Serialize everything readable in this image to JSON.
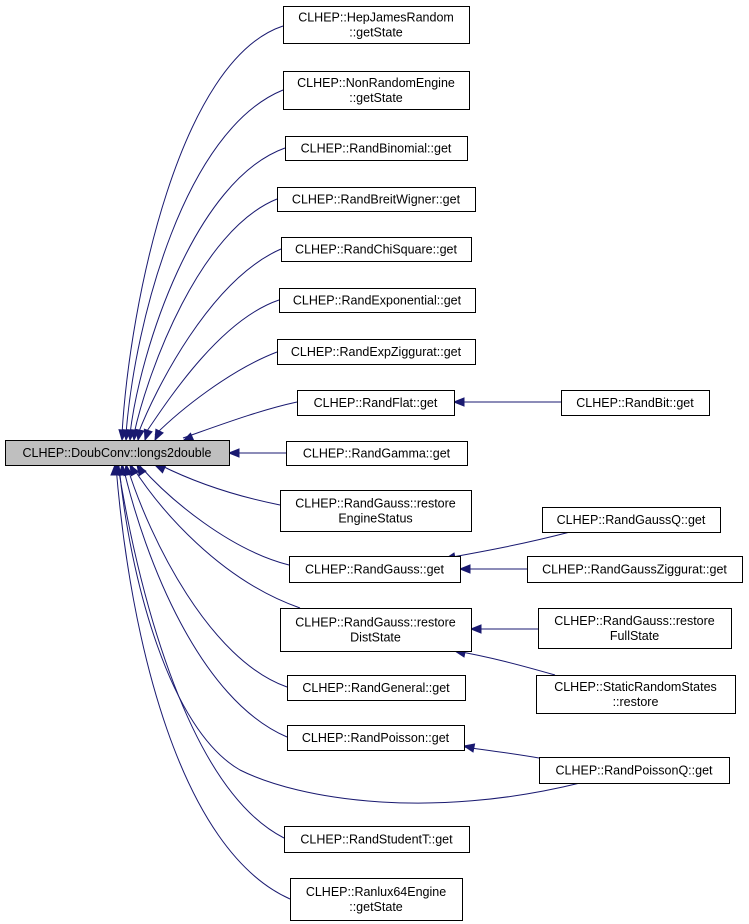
{
  "graph": {
    "root": {
      "id": "root",
      "lines": [
        "CLHEP::DoubConv::longs2double"
      ]
    },
    "nodes": [
      {
        "id": "hjr",
        "lines": [
          "CLHEP::HepJamesRandom",
          "::getState"
        ]
      },
      {
        "id": "nre",
        "lines": [
          "CLHEP::NonRandomEngine",
          "::getState"
        ]
      },
      {
        "id": "rbin",
        "lines": [
          "CLHEP::RandBinomial::get"
        ]
      },
      {
        "id": "rbw",
        "lines": [
          "CLHEP::RandBreitWigner::get"
        ]
      },
      {
        "id": "rchi",
        "lines": [
          "CLHEP::RandChiSquare::get"
        ]
      },
      {
        "id": "rexp",
        "lines": [
          "CLHEP::RandExponential::get"
        ]
      },
      {
        "id": "rexz",
        "lines": [
          "CLHEP::RandExpZiggurat::get"
        ]
      },
      {
        "id": "rflat",
        "lines": [
          "CLHEP::RandFlat::get"
        ]
      },
      {
        "id": "rbit",
        "lines": [
          "CLHEP::RandBit::get"
        ]
      },
      {
        "id": "rgam",
        "lines": [
          "CLHEP::RandGamma::get"
        ]
      },
      {
        "id": "rges",
        "lines": [
          "CLHEP::RandGauss::restore",
          "EngineStatus"
        ]
      },
      {
        "id": "rgq",
        "lines": [
          "CLHEP::RandGaussQ::get"
        ]
      },
      {
        "id": "rgget",
        "lines": [
          "CLHEP::RandGauss::get"
        ]
      },
      {
        "id": "rgz",
        "lines": [
          "CLHEP::RandGaussZiggurat::get"
        ]
      },
      {
        "id": "rgfs",
        "lines": [
          "CLHEP::RandGauss::restore",
          "FullState"
        ]
      },
      {
        "id": "rgds",
        "lines": [
          "CLHEP::RandGauss::restore",
          "DistState"
        ]
      },
      {
        "id": "srs",
        "lines": [
          "CLHEP::StaticRandomStates",
          "::restore"
        ]
      },
      {
        "id": "rgen",
        "lines": [
          "CLHEP::RandGeneral::get"
        ]
      },
      {
        "id": "rpois",
        "lines": [
          "CLHEP::RandPoisson::get"
        ]
      },
      {
        "id": "rpq",
        "lines": [
          "CLHEP::RandPoissonQ::get"
        ]
      },
      {
        "id": "rst",
        "lines": [
          "CLHEP::RandStudentT::get"
        ]
      },
      {
        "id": "rl64",
        "lines": [
          "CLHEP::Ranlux64Engine",
          "::getState"
        ]
      }
    ]
  }
}
